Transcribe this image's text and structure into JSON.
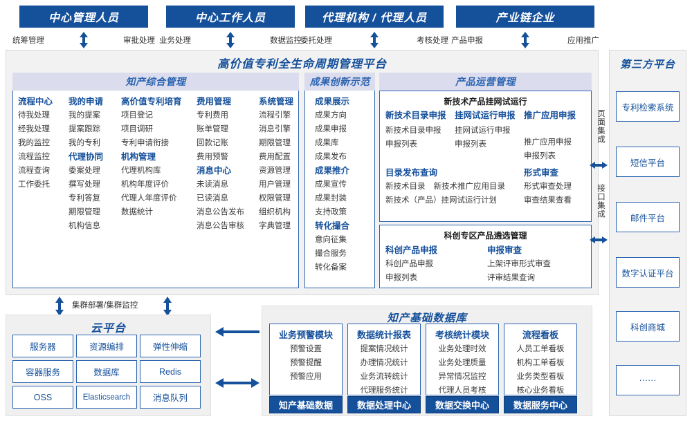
{
  "roles": [
    {
      "title": "中心管理人员",
      "left": "统筹管理",
      "right": "审批处理"
    },
    {
      "title": "中心工作人员",
      "left": "业务处理",
      "right": "数据监控"
    },
    {
      "title": "代理机构 / 代理人员",
      "left": "委托处理",
      "right": "考核处理"
    },
    {
      "title": "产业链企业",
      "left": "产品申报",
      "right": "应用推广"
    }
  ],
  "platform": {
    "title": "高价值专利全生命周期管理平台",
    "panels": {
      "ip": {
        "header": "知产综合管理",
        "columns": [
          {
            "groups": [
              {
                "title": "流程中心",
                "items": [
                  "待我处理",
                  "经我处理",
                  "我的监控",
                  "流程监控",
                  "流程查询",
                  "工作委托"
                ]
              }
            ]
          },
          {
            "groups": [
              {
                "title": "我的申请",
                "items": [
                  "我的提案",
                  "提案跟踪",
                  "我的专利"
                ]
              },
              {
                "title": "代理协同",
                "items": [
                  "委案处理",
                  "撰写处理",
                  "专利答复",
                  "期限管理",
                  "机构信息"
                ]
              }
            ]
          },
          {
            "groups": [
              {
                "title": "高价值专利培育",
                "items": [
                  "项目登记",
                  "项目调研",
                  "专利申请衔接"
                ]
              },
              {
                "title": "机构管理",
                "items": [
                  "代理机构库",
                  "机构年度评价",
                  "代理人年度评价",
                  "数据统计"
                ]
              }
            ]
          },
          {
            "groups": [
              {
                "title": "费用管理",
                "items": [
                  "专利费用",
                  "账单管理",
                  "回款记账",
                  "费用预警"
                ]
              },
              {
                "title": "消息中心",
                "items": [
                  "未读消息",
                  "已读消息",
                  "消息公告发布",
                  "消息公告审核"
                ]
              }
            ]
          },
          {
            "groups": [
              {
                "title": "系统管理",
                "items": [
                  "流程引擎",
                  "消息引擎",
                  "期限管理",
                  "费用配置",
                  "资源管理",
                  "用户管理",
                  "权限管理",
                  "组织机构",
                  "字典管理"
                ]
              }
            ]
          }
        ]
      },
      "achv": {
        "header": "成果创新示范",
        "groups": [
          {
            "title": "成果展示",
            "items": [
              "成果方向",
              "成果申报",
              "成果库",
              "成果发布"
            ]
          },
          {
            "title": "成果推介",
            "items": [
              "成果宣传",
              "成果封装",
              "支持政策"
            ]
          },
          {
            "title": "转化撮合",
            "items": [
              "意向征集",
              "撮合服务",
              "转化备案"
            ]
          }
        ]
      },
      "ops": {
        "header": "产品运营管理",
        "cards": [
          {
            "title": "新技术产品挂网试运行",
            "row1": [
              {
                "title": "新技术目录申报",
                "items": [
                  "新技术目录申报",
                  "申报列表"
                ]
              },
              {
                "title": "挂网试运行申报",
                "items": [
                  "挂网试运行申报",
                  "申报列表"
                ]
              },
              {
                "title": "推广应用申报",
                "items": [
                  "推广应用申报",
                  "申报列表"
                ]
              }
            ],
            "row2_left": {
              "title": "目录发布查询",
              "items": [
                "新技术目录",
                "新技术推广应用目录",
                "新技术（产品）挂网试运行计划"
              ]
            },
            "row2_right": {
              "title": "形式审查",
              "items": [
                "形式审查处理",
                "审查结果查看"
              ]
            }
          },
          {
            "title": "科创专区产品遴选管理",
            "row1": [
              {
                "title": "科创产品申报",
                "items": [
                  "科创产品申报",
                  "申报列表"
                ]
              },
              {
                "title": "申报审查",
                "items": [
                  "上架评审形式审查",
                  "评审结果查询"
                ]
              }
            ]
          }
        ]
      }
    }
  },
  "integration": {
    "page": "页面集成",
    "api": "接口集成"
  },
  "third_party": {
    "title": "第三方平台",
    "items": [
      "专利检索系统",
      "短信平台",
      "邮件平台",
      "数字认证平台",
      "科创商城",
      "······"
    ]
  },
  "cluster_label": "集群部署/集群监控",
  "cloud": {
    "title": "云平台",
    "cells": [
      "服务器",
      "资源编排",
      "弹性伸缩",
      "容器服务",
      "数据库",
      "Redis",
      "OSS",
      "Elasticsearch",
      "消息队列"
    ]
  },
  "kdb": {
    "title": "知产基础数据库",
    "cards": [
      {
        "head": "业务预警模块",
        "items": [
          "预警设置",
          "预警提醒",
          "预警应用"
        ],
        "foot": "知产基础数据"
      },
      {
        "head": "数据统计报表",
        "items": [
          "提案情况统计",
          "办理情况统计",
          "业务流转统计",
          "代理服务统计"
        ],
        "foot": "数据处理中心"
      },
      {
        "head": "考核统计模块",
        "items": [
          "业务处理时效",
          "业务处理质量",
          "异常情况监控",
          "代理人员考核"
        ],
        "foot": "数据交换中心"
      },
      {
        "head": "流程看板",
        "items": [
          "人员工单看板",
          "机构工单看板",
          "业务类型看板",
          "核心业务看板"
        ],
        "foot": "数据服务中心"
      }
    ]
  },
  "colors": {
    "brand": "#15509B",
    "panel_border": "#2A63B0",
    "header_bg": "#dcdcef",
    "surface": "#f2f2f2"
  }
}
